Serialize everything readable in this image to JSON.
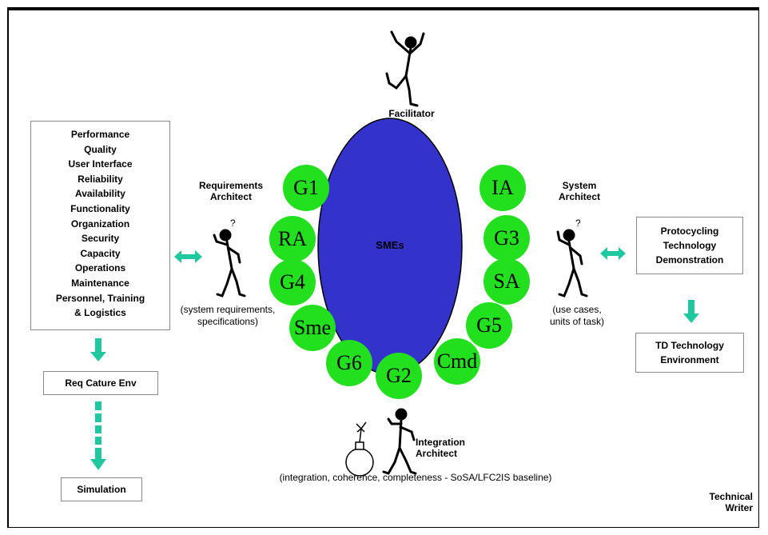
{
  "center": {
    "label": "SMEs",
    "fill": "#3333cc"
  },
  "group_color": "#22e01e",
  "arrow_color": "#20c8a0",
  "groups": [
    "G1",
    "RA",
    "G4",
    "Sme",
    "G6",
    "G2",
    "Cmd",
    "G5",
    "SA",
    "G3",
    "IA"
  ],
  "roles": {
    "facilitator": "Facilitator",
    "requirements_architect": {
      "line1": "Requirements",
      "line2": "Architect",
      "note1": "(system requirements,",
      "note2": "specifications)"
    },
    "system_architect": {
      "line1": "System",
      "line2": "Architect",
      "note1": "(use cases,",
      "note2": "units of task)"
    },
    "integration_architect": {
      "line1": "Integration",
      "line2": "Architect",
      "note": "(integration, coherence, completeness - SoSA/LFC2IS baseline)"
    },
    "technical_writer": {
      "line1": "Technical",
      "line2": "Writer"
    }
  },
  "attributes": [
    "Performance",
    "Quality",
    "User Interface",
    "Reliability",
    "Availability",
    "Functionality",
    "Organization",
    "Security",
    "Capacity",
    "Operations",
    "Maintenance",
    "Personnel, Training",
    "& Logistics"
  ],
  "left_flow": [
    "Req Cature Env",
    "Simulation"
  ],
  "right_flow": {
    "top": [
      "Protocycling",
      "Technology",
      "Demonstration"
    ],
    "bottom": [
      "TD Technology",
      "Environment"
    ]
  }
}
